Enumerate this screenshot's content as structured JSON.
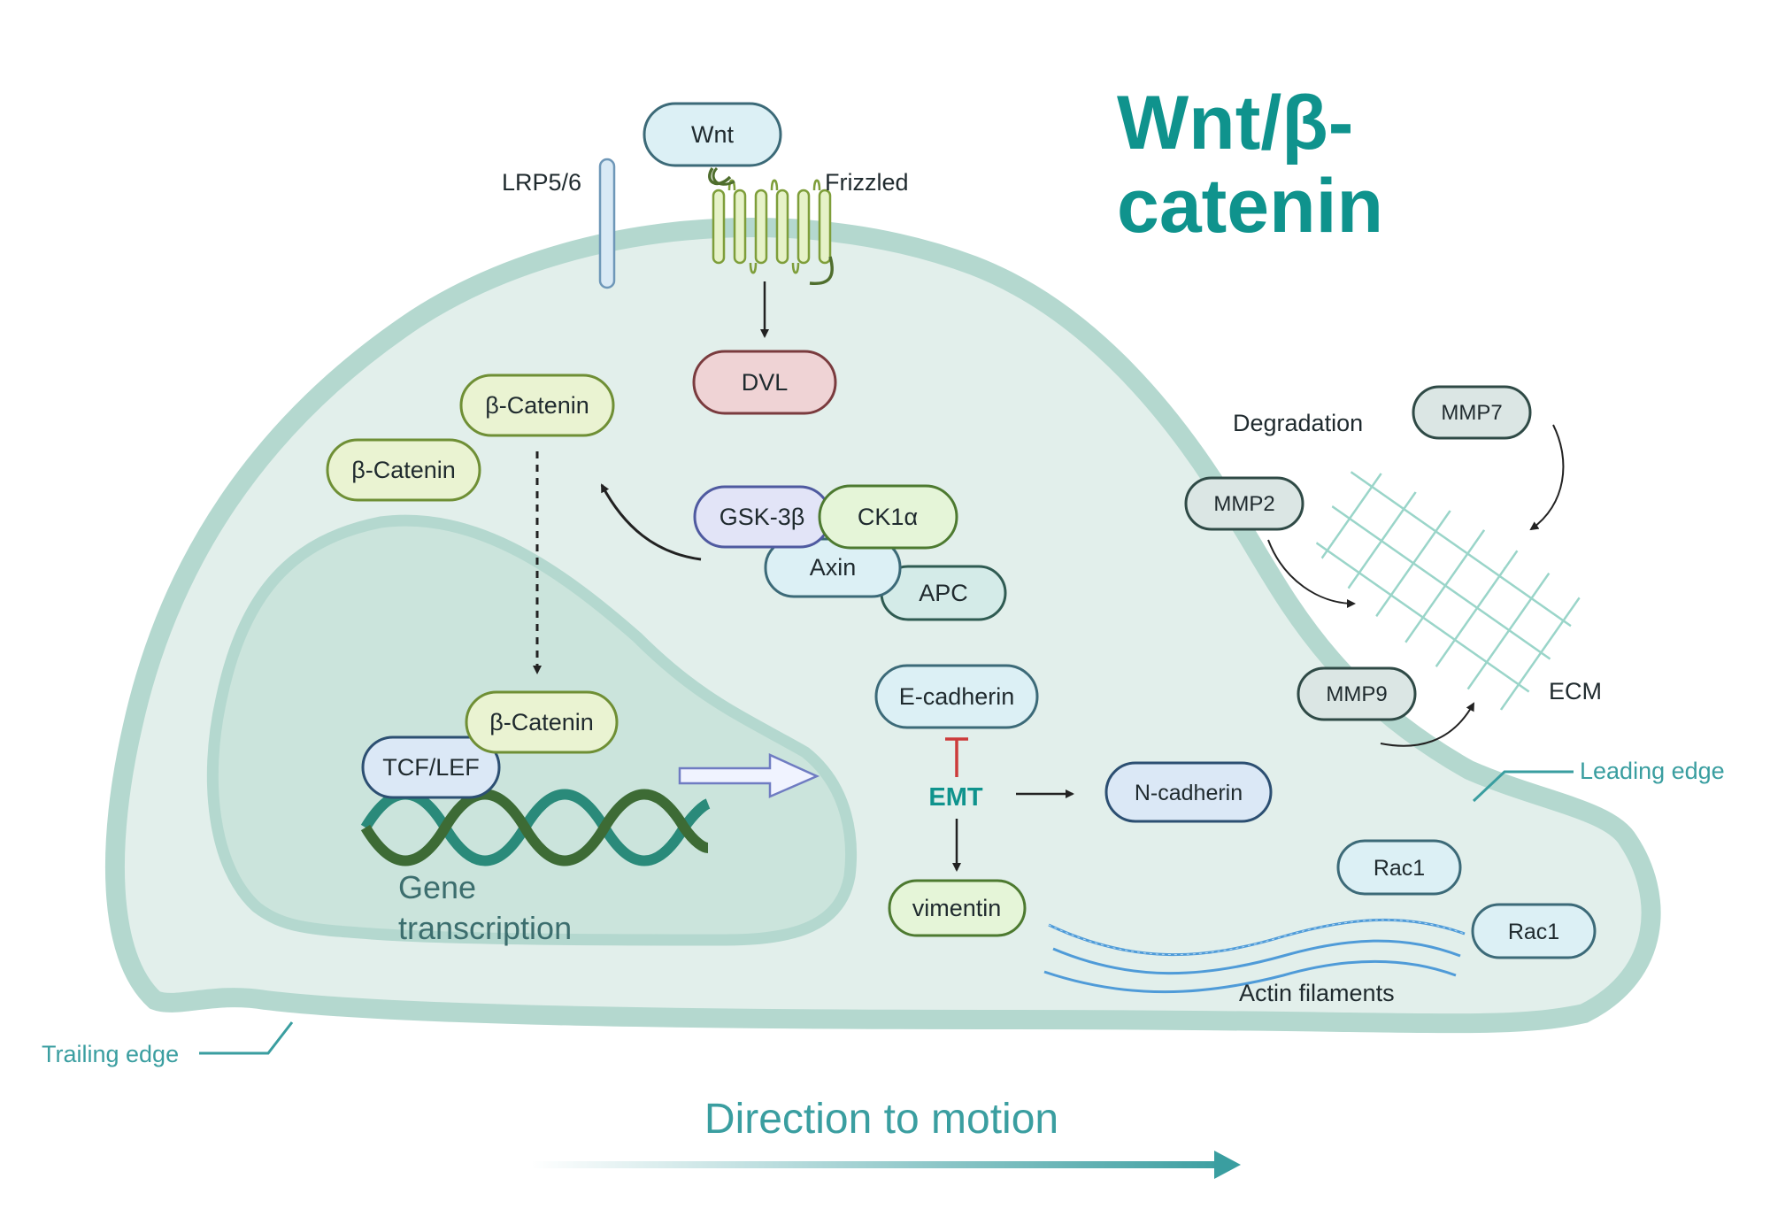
{
  "title": {
    "line1": "Wnt/β-",
    "line2": "catenin"
  },
  "labels": {
    "lrp": "LRP5/6",
    "frizzled": "Frizzled",
    "degradation": "Degradation",
    "ecm": "ECM",
    "leading_edge": "Leading edge",
    "trailing_edge": "Trailing edge",
    "actin": "Actin filaments",
    "gene_line1": "Gene",
    "gene_line2": "transcription",
    "emt": "EMT",
    "motion": "Direction to motion"
  },
  "nodes": {
    "wnt": "Wnt",
    "dvl": "DVL",
    "bcat_top": "β-Catenin",
    "bcat_left": "β-Catenin",
    "bcat_nuc": "β-Catenin",
    "tcf": "TCF/LEF",
    "gsk": "GSK-3β",
    "ck1": "CK1α",
    "axin": "Axin",
    "apc": "APC",
    "ecad": "E-cadherin",
    "ncad": "N-cadherin",
    "vimentin": "vimentin",
    "mmp7": "MMP7",
    "mmp2": "MMP2",
    "mmp9": "MMP9",
    "rac1_a": "Rac1",
    "rac1_b": "Rac1"
  },
  "colors": {
    "title": "#0f938d",
    "cell_fill": "#e2efeb",
    "cell_border": "#b4d8cf",
    "nucleus_fill": "#cbe4dc",
    "accent_teal": "#3a9ea0",
    "dna_dark": "#3d6b35",
    "dna_teal": "#2a8a7a",
    "inhibit_red": "#cc3b3b"
  }
}
